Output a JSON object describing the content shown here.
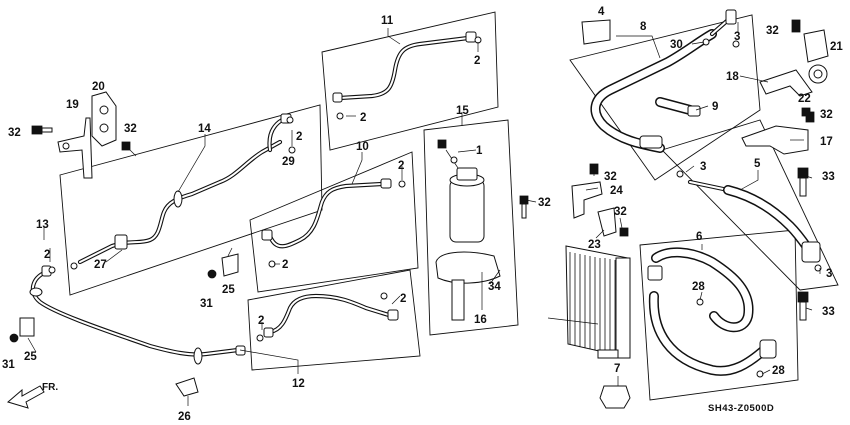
{
  "diagram": {
    "code": "SH43-Z0500D",
    "direction_label": "FR.",
    "callouts": {
      "n1": "1",
      "n2": "2",
      "n3": "3",
      "n4": "4",
      "n5": "5",
      "n6": "6",
      "n7": "7",
      "n8": "8",
      "n9": "9",
      "n10": "10",
      "n11": "11",
      "n12": "12",
      "n13": "13",
      "n14": "14",
      "n15": "15",
      "n16": "16",
      "n17": "17",
      "n18": "18",
      "n19": "19",
      "n20": "20",
      "n21": "21",
      "n22": "22",
      "n23": "23",
      "n24": "24",
      "n25": "25",
      "n26": "26",
      "n27": "27",
      "n28": "28",
      "n29": "29",
      "n30": "30",
      "n31": "31",
      "n32": "32",
      "n33": "33",
      "n34": "34"
    }
  }
}
